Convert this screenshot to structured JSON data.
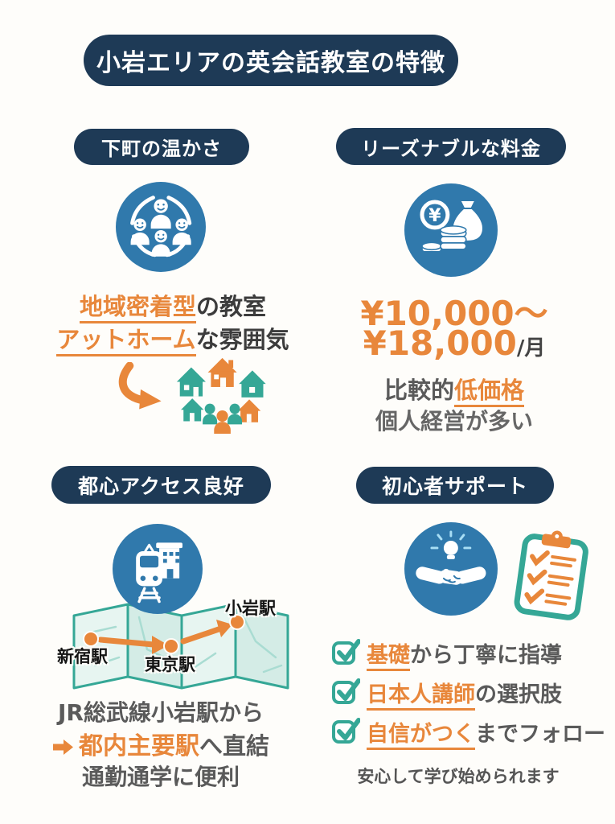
{
  "title": "小岩エリアの英会話教室の特徴",
  "colors": {
    "navy": "#1e3a56",
    "blue": "#3079ac",
    "orange": "#e8873b",
    "teal": "#35a796",
    "text_dark": "#3c3c3c",
    "text_gray": "#5a5a5a"
  },
  "sections": {
    "shitamachi": {
      "label": "下町の温かさ",
      "icon": "community-icon",
      "line1_highlight": "地域密着型",
      "line1_rest": "の教室",
      "line2_highlight": "アットホーム",
      "line2_rest": "な雰囲気"
    },
    "price": {
      "label": "リーズナブルな料金",
      "icon": "money-icon",
      "price_line1": "¥10,000〜",
      "price_line2": "¥18,000",
      "price_unit": "/月",
      "note1_prefix": "比較的",
      "note1_highlight": "低価格",
      "note2": "個人経営が多い"
    },
    "access": {
      "label": "都心アクセス良好",
      "icon": "train-icon",
      "stations": [
        "新宿駅",
        "東京駅",
        "小岩駅"
      ],
      "line1": "JR総武線小岩駅から",
      "line2_highlight": "都内主要駅",
      "line2_rest": "へ直結",
      "line3": "通勤通学に便利"
    },
    "support": {
      "label": "初心者サポート",
      "icon": "handshake-icon",
      "side_icon": "checklist-clipboard-icon",
      "checklist": [
        {
          "highlight": "基礎",
          "rest": "から丁寧に指導"
        },
        {
          "highlight": "日本人講師",
          "rest": "の選択肢"
        },
        {
          "highlight": "自信がつく",
          "rest": "までフォロー"
        }
      ],
      "footer": "安心して学び始められます"
    }
  }
}
